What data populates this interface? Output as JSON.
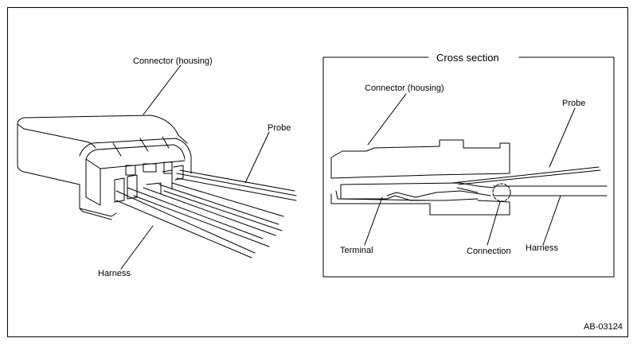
{
  "left_view": {
    "connector_label": "Connector (housing)",
    "probe_label": "Probe",
    "harness_label": "Harness"
  },
  "cross_section": {
    "title": "Cross section",
    "connector_label": "Connector (housing)",
    "probe_label": "Probe",
    "terminal_label": "Terminal",
    "connection_label": "Connection",
    "harness_label": "Harness"
  },
  "figure_code": "AB-03124"
}
